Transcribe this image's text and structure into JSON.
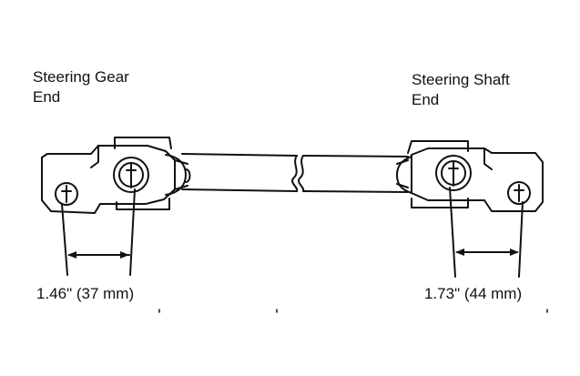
{
  "labels": {
    "left_end_line1": "Steering Gear",
    "left_end_line2": "End",
    "right_end_line1": "Steering Shaft",
    "right_end_line2": "End"
  },
  "dimensions": {
    "left": "1.46\" (37 mm)",
    "right": "1.73\" (44 mm)"
  },
  "colors": {
    "line": "#111111",
    "background": "#ffffff"
  }
}
